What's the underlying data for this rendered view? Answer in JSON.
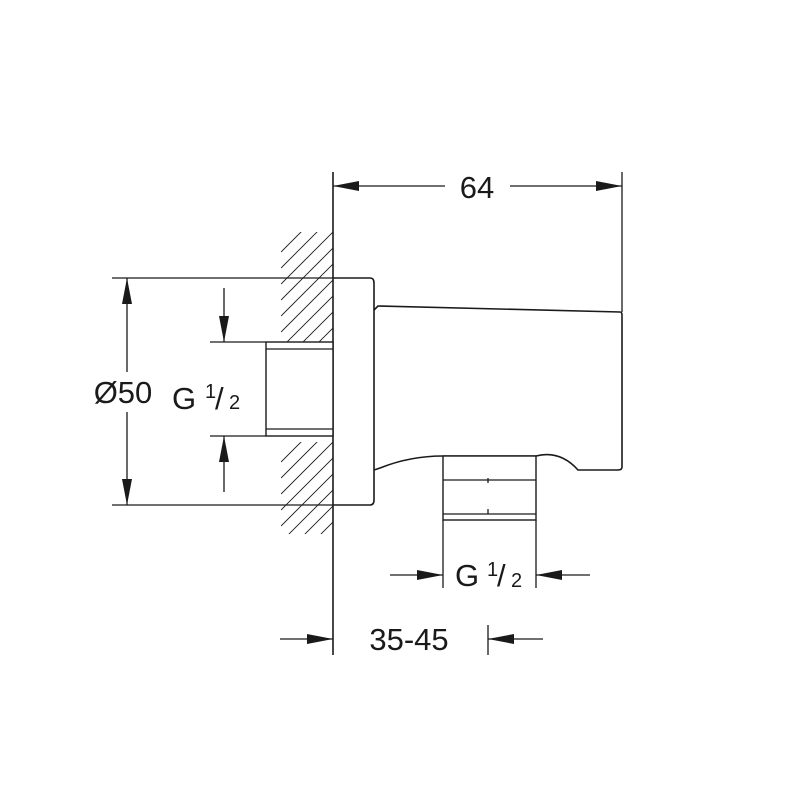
{
  "dimensions": {
    "projection": "64",
    "diameter": "Ø50",
    "wall_range": "35-45",
    "thread_inlet": {
      "main": "G",
      "num": "1",
      "slash": "/",
      "den": "2"
    },
    "thread_outlet": {
      "main": "G",
      "num": "1",
      "slash": "/",
      "den": "2"
    }
  }
}
